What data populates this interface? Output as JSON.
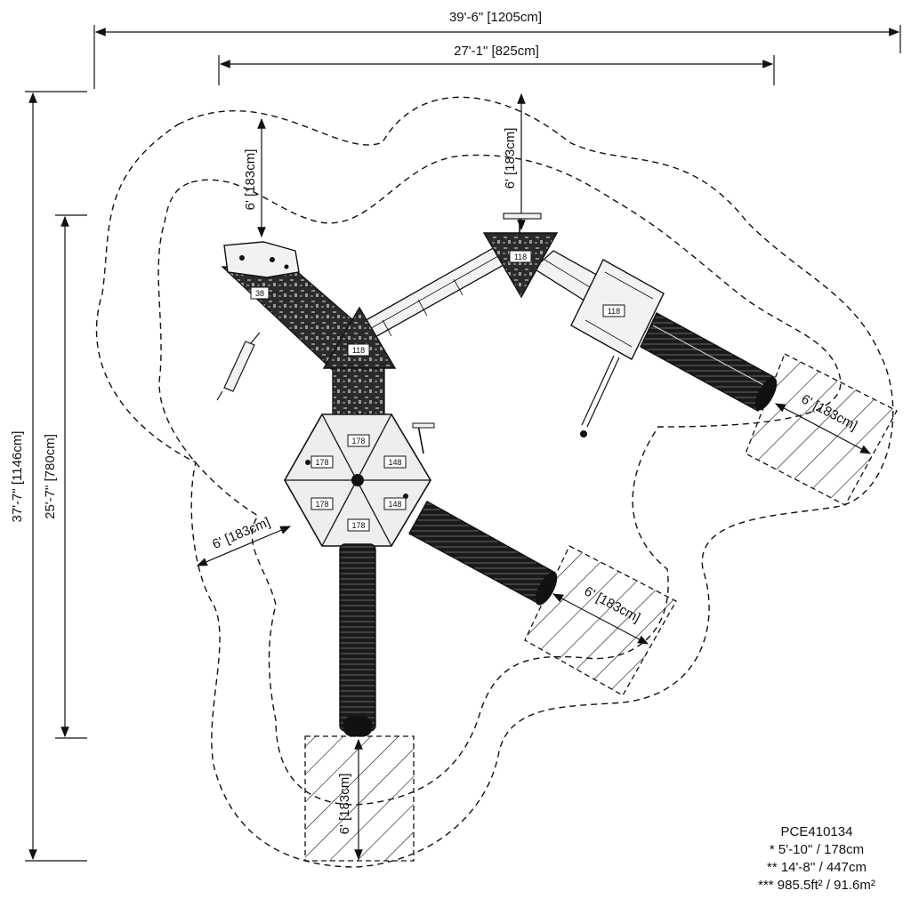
{
  "dimensions": {
    "overall_width": "39'-6\" [1205cm]",
    "structure_width": "27'-1\" [825cm]",
    "overall_height": "37'-7\" [1146cm]",
    "structure_height": "25'-7\" [780cm]",
    "clearance_top_left": "6' [183cm]",
    "clearance_top_right": "6' [183cm]",
    "clearance_left": "6' [183cm]",
    "clearance_slide_right": "6' [183cm]",
    "clearance_slide_middle": "6' [183cm]",
    "clearance_slide_bottom": "6' [183cm]"
  },
  "component_tags": {
    "climber_left": "38",
    "deck_center": "118",
    "deck_top": "118",
    "deck_right": "118",
    "hex_top": "178",
    "hex_upper_left": "178",
    "hex_upper_right": "148",
    "hex_lower_left": "178",
    "hex_lower_right": "148",
    "hex_bottom": "178"
  },
  "notes": {
    "model": "PCE410134",
    "line1": "* 5'-10'' / 178cm",
    "line2": "** 14'-8'' / 447cm",
    "line3": "*** 985.5ft² / 91.6m²"
  }
}
